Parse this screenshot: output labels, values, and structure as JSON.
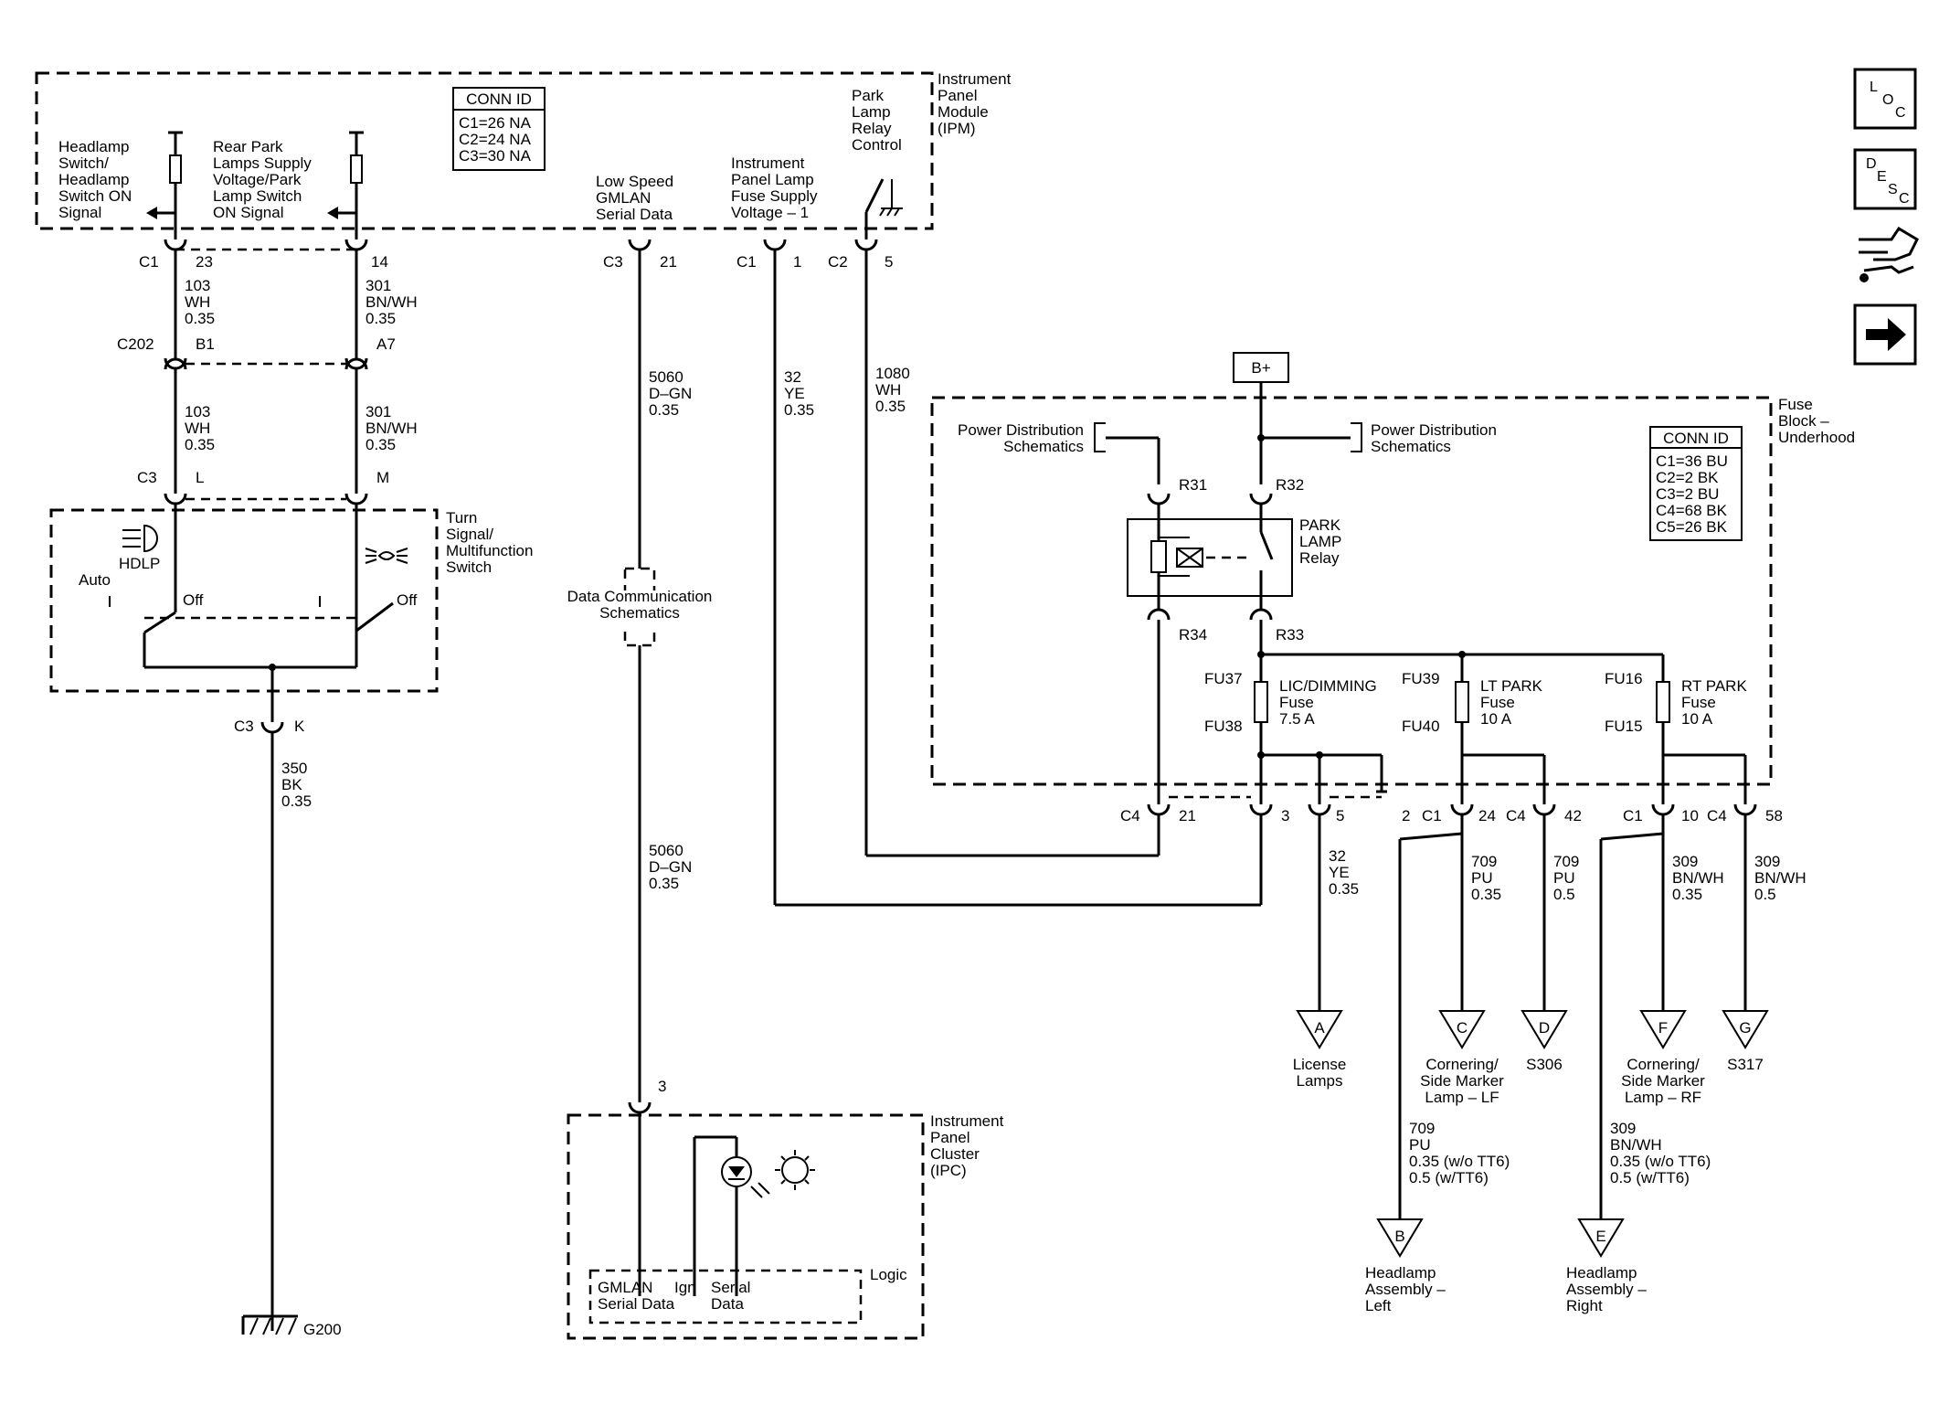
{
  "modules": {
    "ipm": {
      "name": [
        "Instrument",
        "Panel",
        "Module",
        "(IPM)"
      ]
    },
    "fuse_block": {
      "name": [
        "Fuse",
        "Block –",
        "Underhood"
      ]
    },
    "turn_switch": {
      "name": [
        "Turn",
        "Signal/",
        "Multifunction",
        "Switch"
      ]
    },
    "ipc": {
      "name": [
        "Instrument",
        "Panel",
        "Cluster",
        "(IPC)"
      ]
    }
  },
  "conn_ids": {
    "ipm": {
      "header": "CONN ID",
      "rows": [
        "C1=26 NA",
        "C2=24 NA",
        "C3=30 NA"
      ]
    },
    "fuse_block": {
      "header": "CONN ID",
      "rows": [
        "C1=36 BU",
        "C2=2 BK",
        "C3=2 BU",
        "C4=68 BK",
        "C5=26 BK"
      ]
    }
  },
  "ipm_signals": {
    "headlamp": [
      "Headlamp",
      "Switch/",
      "Headlamp",
      "Switch ON",
      "Signal"
    ],
    "rear_park": [
      "Rear Park",
      "Lamps Supply",
      "Voltage/Park",
      "Lamp Switch",
      "ON Signal"
    ],
    "gmlan": [
      "Low Speed",
      "GMLAN",
      "Serial Data"
    ],
    "ip_lamp": [
      "Instrument",
      "Panel Lamp",
      "Fuse Supply",
      "Voltage – 1"
    ],
    "park_relay": [
      "Park",
      "Lamp",
      "Relay",
      "Control"
    ]
  },
  "connectors": {
    "c1": "C1",
    "c1_pin_23": "23",
    "c1_pin_14": "14",
    "c202": "C202",
    "c202_b1": "B1",
    "c202_a7": "A7",
    "c3_l_conn": "C3",
    "c3_l": "L",
    "c3_m": "M",
    "c3_k_conn": "C3",
    "c3_k": "K",
    "c3_21_conn": "C3",
    "c3_21": "21",
    "c1_1_conn": "C1",
    "c1_1": "1",
    "c2_5_conn": "C2",
    "c2_5": "5",
    "ipc_pin": "3",
    "r31": "R31",
    "r32": "R32",
    "r33": "R33",
    "r34": "R34",
    "c4_21_conn": "C4",
    "c4_21": "21",
    "c4_3": "3",
    "c4_5": "5",
    "pin_2": "2",
    "c1_24_conn": "C1",
    "c1_24": "24",
    "c4_42_conn": "C4",
    "c4_42": "42",
    "c1_10_conn": "C1",
    "c1_10": "10",
    "c4_58_conn": "C4",
    "c4_58": "58"
  },
  "wires": {
    "w103a": [
      "103",
      "WH",
      "0.35"
    ],
    "w301a": [
      "301",
      "BN/WH",
      "0.35"
    ],
    "w103b": [
      "103",
      "WH",
      "0.35"
    ],
    "w301b": [
      "301",
      "BN/WH",
      "0.35"
    ],
    "w350": [
      "350",
      "BK",
      "0.35"
    ],
    "w5060a": [
      "5060",
      "D–GN",
      "0.35"
    ],
    "w5060b": [
      "5060",
      "D–GN",
      "0.35"
    ],
    "w32a": [
      "32",
      "YE",
      "0.35"
    ],
    "w1080": [
      "1080",
      "WH",
      "0.35"
    ],
    "w32b": [
      "32",
      "YE",
      "0.35"
    ],
    "w709a": [
      "709",
      "PU",
      "0.35"
    ],
    "w709b": [
      "709",
      "PU",
      "0.5"
    ],
    "w309a": [
      "309",
      "BN/WH",
      "0.35"
    ],
    "w309b": [
      "309",
      "BN/WH",
      "0.5"
    ],
    "w709c": [
      "709",
      "PU",
      "0.35 (w/o TT6)",
      "0.5 (w/TT6)"
    ],
    "w309c": [
      "309",
      "BN/WH",
      "0.35 (w/o TT6)",
      "0.5 (w/TT6)"
    ]
  },
  "switch": {
    "hdlp": "HDLP",
    "auto": "Auto",
    "off_left": "Off",
    "off_right": "Off",
    "mid_tick": "I"
  },
  "ground": {
    "g200": "G200"
  },
  "battery": {
    "label": "B+"
  },
  "relay": {
    "name": [
      "PARK",
      "LAMP",
      "Relay"
    ]
  },
  "power_dist": {
    "left": [
      "Power Distribution",
      "Schematics"
    ],
    "right": [
      "Power Distribution",
      "Schematics"
    ]
  },
  "data_comm": [
    "Data Communication",
    "Schematics"
  ],
  "fuses": {
    "lic": {
      "top": "FU37",
      "bottom": "FU38",
      "name": [
        "LIC/DIMMING",
        "Fuse",
        "7.5 A"
      ]
    },
    "lt": {
      "top": "FU39",
      "bottom": "FU40",
      "name": [
        "LT PARK",
        "Fuse",
        "10 A"
      ]
    },
    "rt": {
      "top": "FU16",
      "bottom": "FU15",
      "name": [
        "RT PARK",
        "Fuse",
        "10 A"
      ]
    }
  },
  "destinations": {
    "A": {
      "letter": "A",
      "label": [
        "License",
        "Lamps"
      ]
    },
    "C": {
      "letter": "C",
      "label": [
        "Cornering/",
        "Side Marker",
        "Lamp – LF"
      ]
    },
    "D": {
      "letter": "D",
      "label": [
        "S306"
      ]
    },
    "F": {
      "letter": "F",
      "label": [
        "Cornering/",
        "Side Marker",
        "Lamp – RF"
      ]
    },
    "G": {
      "letter": "G",
      "label": [
        "S317"
      ]
    },
    "B": {
      "letter": "B",
      "label": [
        "Headlamp",
        "Assembly –",
        "Left"
      ]
    },
    "E": {
      "letter": "E",
      "label": [
        "Headlamp",
        "Assembly –",
        "Right"
      ]
    }
  },
  "ipc_logic": {
    "logic": "Logic",
    "gmlan": [
      "GMLAN",
      "Serial Data"
    ],
    "ign": "Ign",
    "serial": [
      "Serial",
      "Data"
    ]
  },
  "nav": {
    "loc": [
      "L",
      "O",
      "C"
    ],
    "desc": [
      "D",
      "E",
      "S",
      "C"
    ]
  }
}
